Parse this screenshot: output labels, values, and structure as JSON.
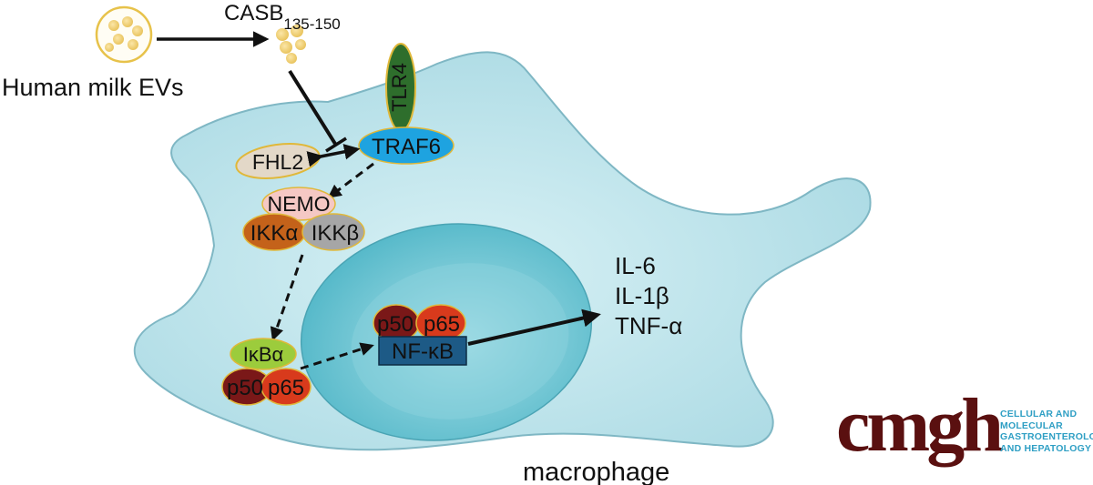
{
  "labels": {
    "source": "Human milk EVs",
    "peptide": "CASB",
    "peptide_sub": "135-150",
    "tlr4": "TLR4",
    "traf6": "TRAF6",
    "fhl2": "FHL2",
    "nemo": "NEMO",
    "ikka": "IKKα",
    "ikkb": "IKKβ",
    "ikba": "IκBα",
    "p50": "p50",
    "p65": "p65",
    "nfkb": "NF-κB",
    "cytokines": [
      "IL-6",
      "IL-1β",
      "TNF-α"
    ],
    "cell": "macrophage"
  },
  "logo": {
    "word": "cmgh",
    "lines": [
      "CELLULAR AND",
      "MOLECULAR",
      "GASTROENTEROLOGY",
      "AND HEPATOLOGY"
    ]
  },
  "colors": {
    "cell": "#c9e9ef",
    "nucleus": "#7cccd8",
    "tlr4": "#2e6e2c",
    "traf6": "#1ea3e0",
    "fhl2": "#e3d8c8",
    "nemo": "#f5c8c4",
    "ikka": "#c4621a",
    "ikkb": "#a6a6a6",
    "ikba": "#9ccc3c",
    "p50": "#7a1818",
    "p65": "#d83a1c",
    "nfkb": "#1d5a86",
    "vesicle": "#f3d27a",
    "logo_word": "#5a1010",
    "logo_sub": "#2f9fc4"
  }
}
